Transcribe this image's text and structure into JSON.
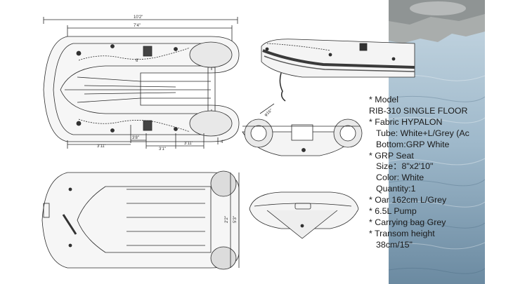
{
  "colors": {
    "line": "#2a2a2a",
    "hull_fill": "#f3f3f3",
    "sea_light": "#b9cfdc",
    "sea_dark": "#6f90a7",
    "rock": "#9ea3a3"
  },
  "dimensions": {
    "overall_length": "10'2''",
    "inner_length": "7'4''",
    "front_seat_offset": "6'",
    "lower_a": "3'11'",
    "lower_b": "3'8''",
    "lower_c": "3'1''",
    "lower_d": "3'11'",
    "lower_e": "4''",
    "diameter": "φ16''",
    "beam_outer": "5'3''",
    "beam_inner": "2'2''"
  },
  "specs": [
    {
      "text": "* Model",
      "indent": false
    },
    {
      "text": "RIB-310 SINGLE FLOOR",
      "indent": false
    },
    {
      "text": "* Fabric HYPALON",
      "indent": false
    },
    {
      "text": "Tube: White+L/Grey (Ac",
      "indent": true
    },
    {
      "text": "Bottom:GRP White",
      "indent": true
    },
    {
      "text": "* GRP Seat",
      "indent": false
    },
    {
      "text": "Size：8\"x2'10\"",
      "indent": true
    },
    {
      "text": "Color: White",
      "indent": true
    },
    {
      "text": "Quantity:1",
      "indent": true
    },
    {
      "text": "* Oar 162cm L/Grey",
      "indent": false
    },
    {
      "text": "* 6.5L Pump",
      "indent": false
    },
    {
      "text": "* Carrying bag Grey",
      "indent": false
    },
    {
      "text": "* Transom height",
      "indent": false
    },
    {
      "text": "38cm/15\"",
      "indent": true
    }
  ]
}
